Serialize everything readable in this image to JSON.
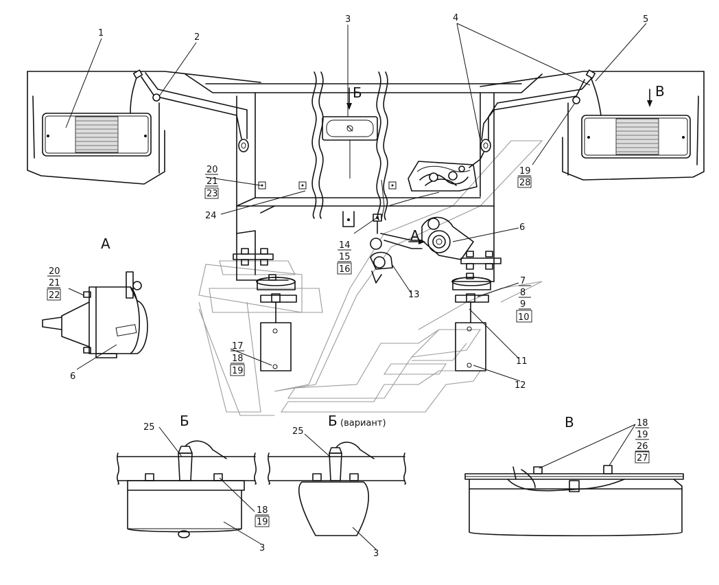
{
  "labels": {
    "p1": "1",
    "p2": "2",
    "p3": "3",
    "p4": "4",
    "p5": "5",
    "p6": "6",
    "p7": "7",
    "p8": "8",
    "p9": "9",
    "p10": "10",
    "p11": "11",
    "p12": "12",
    "p13": "13",
    "p14": "14",
    "p15": "15",
    "p16": "16",
    "p17": "17",
    "p18": "18",
    "p19": "19",
    "p20": "20",
    "p21": "21",
    "p22": "22",
    "p23": "23",
    "p24": "24",
    "p25": "25",
    "p26": "26",
    "p27": "27",
    "p28": "28"
  },
  "views": {
    "A": "А",
    "B": "Б",
    "V": "В",
    "variant": "(вариант)"
  }
}
